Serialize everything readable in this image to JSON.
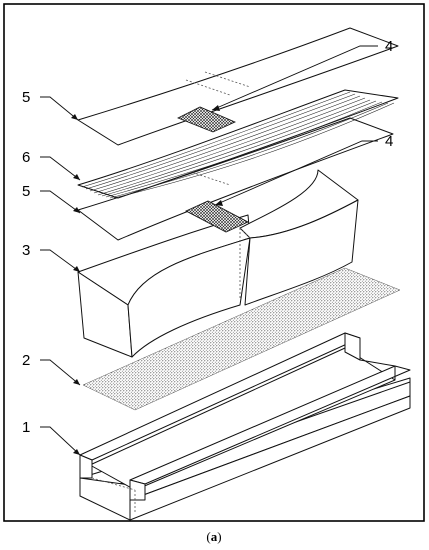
{
  "labels": {
    "l1": "1",
    "l2": "2",
    "l3": "3",
    "l4_top": "4",
    "l4_mid": "4",
    "l5_top": "5",
    "l5_mid": "5",
    "l6": "6"
  },
  "caption": {
    "open": "(",
    "letter": "a",
    "close": ")"
  }
}
